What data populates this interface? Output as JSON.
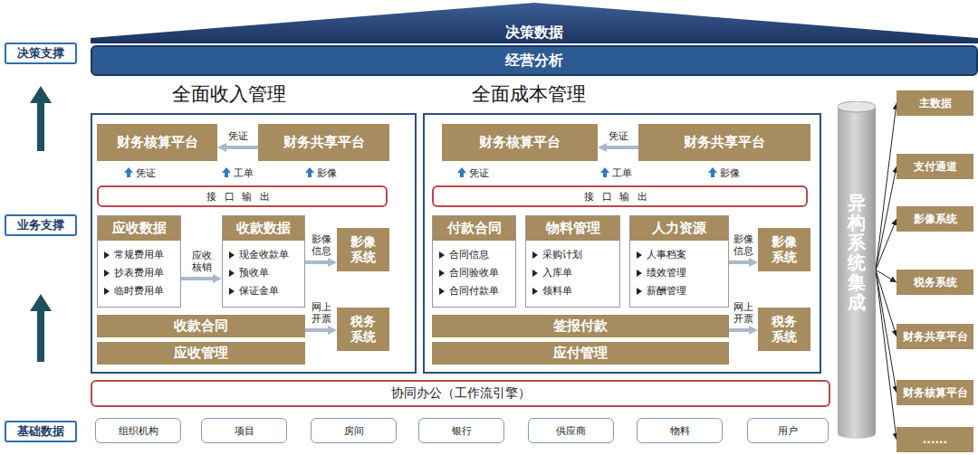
{
  "diagram": {
    "nodes": [
      {
        "text": [
          "决策数据"
        ]
      },
      {
        "text": [
          "经营分析"
        ]
      },
      {
        "text": [
          "决策支撑"
        ]
      },
      {
        "text": [
          "全面收入管理"
        ]
      },
      {
        "text": [
          "财务核算平台"
        ],
        "in": 3
      },
      {
        "text": [
          "财务共享平台"
        ],
        "in": 3
      },
      {
        "text": [
          "接口输出"
        ],
        "in": 3
      },
      {
        "text": [
          "应收数据",
          "常规费用单",
          "抄表费用单",
          "临时费用单"
        ],
        "in": 3
      },
      {
        "text": [
          "收款数据",
          "现金收款单",
          "预收单",
          "保证金单"
        ],
        "in": 3
      },
      {
        "text": [
          "影像系统"
        ],
        "in": 3
      },
      {
        "text": [
          "收款合同"
        ],
        "in": 3
      },
      {
        "text": [
          "税务系统"
        ],
        "in": 3
      },
      {
        "text": [
          "应收管理"
        ],
        "in": 3
      },
      {
        "text": [
          "全面成本管理"
        ]
      },
      {
        "text": [
          "财务核算平台"
        ],
        "in": 13
      },
      {
        "text": [
          "财务共享平台"
        ],
        "in": 13
      },
      {
        "text": [
          "接口输出"
        ],
        "in": 13
      },
      {
        "text": [
          "付款合同",
          "合同信息",
          "合同验收单",
          "合同付款单"
        ],
        "in": 13
      },
      {
        "text": [
          "物料管理",
          "采购计划",
          "入库单",
          "领料单"
        ],
        "in": 13
      },
      {
        "text": [
          "人力资源",
          "人事档案",
          "绩效管理",
          "薪酬管理"
        ],
        "in": 13
      },
      {
        "text": [
          "影像系统"
        ],
        "in": 13
      },
      {
        "text": [
          "签报付款"
        ],
        "in": 13
      },
      {
        "text": [
          "税务系统"
        ],
        "in": 13
      },
      {
        "text": [
          "应付管理"
        ],
        "in": 13
      },
      {
        "text": [
          "异构系统集成"
        ]
      },
      {
        "text": [
          "主数据"
        ]
      },
      {
        "text": [
          "支付通道"
        ]
      },
      {
        "text": [
          "影像系统"
        ]
      },
      {
        "text": [
          "税务系统"
        ]
      },
      {
        "text": [
          "财务共享平台"
        ]
      },
      {
        "text": [
          "财务核算平台"
        ]
      },
      {
        "text": [
          "......"
        ]
      },
      {
        "text": [
          "业务支撑"
        ]
      },
      {
        "text": [
          "协同办公（工作流引擎）"
        ]
      },
      {
        "text": [
          "基础数据"
        ]
      },
      {
        "text": [
          "组织机构"
        ]
      },
      {
        "text": [
          "项目"
        ]
      },
      {
        "text": [
          "房间"
        ]
      },
      {
        "text": [
          "银行"
        ]
      },
      {
        "text": [
          "供应商"
        ]
      },
      {
        "text": [
          "物料"
        ]
      },
      {
        "text": [
          "用户"
        ]
      }
    ],
    "edges": [
      {
        "from": 5,
        "to": 4,
        "label": "凭证",
        "arrow": "to"
      },
      {
        "from": 7,
        "to": 8,
        "label": "应收核销",
        "arrow": "to"
      },
      {
        "from": 8,
        "to": 9,
        "label": "影像信息",
        "arrow": "to"
      },
      {
        "from": 10,
        "to": 11,
        "label": "网上开票",
        "arrow": "to"
      },
      {
        "from": 15,
        "to": 14,
        "label": "凭证",
        "arrow": "to"
      },
      {
        "from": 19,
        "to": 20,
        "label": "影像信息",
        "arrow": "to"
      },
      {
        "from": 21,
        "to": 22,
        "label": "网上开票",
        "arrow": "to"
      },
      {
        "from": 24,
        "to": 25,
        "arrow": "to"
      },
      {
        "from": 24,
        "to": 26,
        "arrow": "to"
      },
      {
        "from": 24,
        "to": 27,
        "arrow": "to"
      },
      {
        "from": 24,
        "to": 28,
        "arrow": "to"
      },
      {
        "from": 24,
        "to": 29,
        "arrow": "to"
      },
      {
        "from": 24,
        "to": 30,
        "arrow": "to"
      },
      {
        "from": 24,
        "to": 31,
        "arrow": "to"
      }
    ],
    "labels": [
      "凭证",
      "工单",
      "影像",
      "凭证",
      "工单",
      "影像"
    ]
  }
}
